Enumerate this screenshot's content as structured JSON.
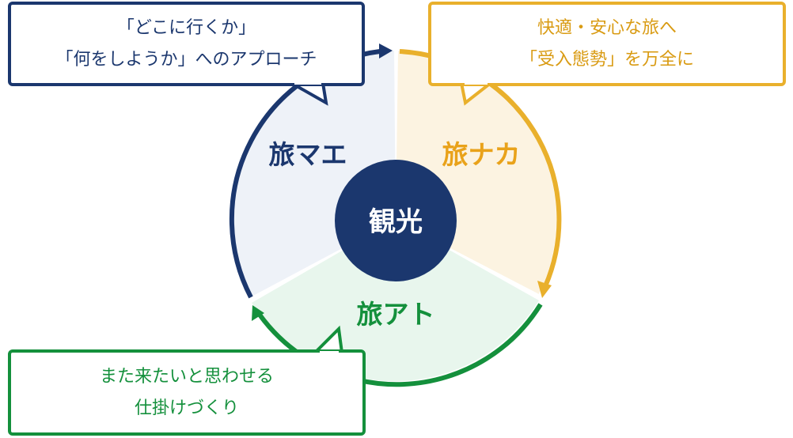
{
  "center": {
    "label": "観光",
    "color": "#1b376e"
  },
  "segments": {
    "mae": {
      "label": "旅マエ",
      "color": "#1b376e",
      "fill": "#eef2f8"
    },
    "naka": {
      "label": "旅ナカ",
      "color": "#e9b02c",
      "fill": "#fcf3e1"
    },
    "ato": {
      "label": "旅アト",
      "color": "#14903c",
      "fill": "#e8f6ed"
    }
  },
  "callouts": {
    "mae": {
      "line1": "「どこに行くか」",
      "line2": "「何をしようか」へのアプローチ"
    },
    "naka": {
      "line1": "快適・安心な旅へ",
      "line2": "「受入態勢」を万全に"
    },
    "ato": {
      "line1": "また来たいと思わせる",
      "line2": "仕掛けづくり"
    }
  }
}
